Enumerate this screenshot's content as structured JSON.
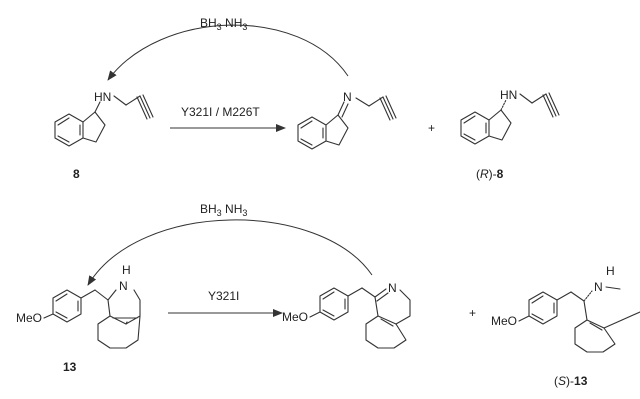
{
  "scheme": {
    "top": {
      "reverse_reagent_main": "BH",
      "reverse_reagent_sub1": "3",
      "reverse_reagent_mid": " NH",
      "reverse_reagent_sub2": "3",
      "forward_reagent": "Y321I / M226T",
      "plus": "+",
      "substrate_label": "8",
      "product_label_prefix": "(",
      "product_label_italic": "R",
      "product_label_suffix": ")-",
      "product_label_bold": "8"
    },
    "bottom": {
      "reverse_reagent_main": "BH",
      "reverse_reagent_sub1": "3",
      "reverse_reagent_mid": " NH",
      "reverse_reagent_sub2": "3",
      "forward_reagent": "Y321I",
      "plus": "+",
      "substrate_label": "13",
      "product_label_prefix": "(",
      "product_label_italic": "S",
      "product_label_suffix": ")-",
      "product_label_bold": "13"
    },
    "atoms": {
      "hn": "HN",
      "n": "N",
      "h": "H",
      "meo": "MeO"
    }
  }
}
